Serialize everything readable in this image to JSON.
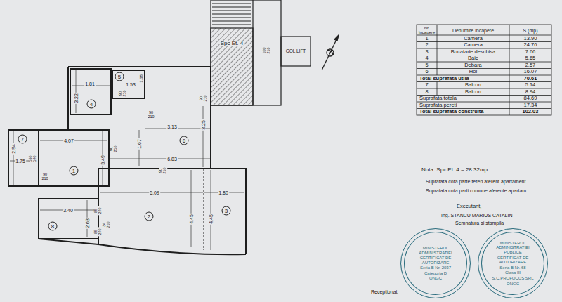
{
  "diagram": {
    "nodes": [
      {
        "text": [
          "MINISTERUL ADMINISTRATIEI",
          "CERTIFICAT DE AUTORIZARE",
          "Seria B Nr. 2037",
          "Categoria D",
          "ONGC"
        ]
      },
      {
        "text": [
          "MINISTERUL ADMINISTRATIEI PUBLICE",
          "CERTIFICAT DE AUTORIZARE",
          "Seria B Nr. 68",
          "Clasa III",
          "S.C.PROFOCUS SRL",
          "ONGC"
        ]
      }
    ],
    "labels": [
      "Spc Et. 4",
      "GOL LIFT",
      "100 210",
      "1.81",
      "3.22",
      "4",
      "5",
      "1.53",
      "1.68",
      "90 210",
      "90 210",
      "90 210",
      "3.13",
      "3.25",
      "6",
      "1.67",
      "6.83",
      "4.07",
      "3.49",
      "1",
      "90 210",
      "90 210",
      "7",
      "2.94",
      "1.75",
      "160 140",
      "90 210",
      "5.09",
      "1.80",
      "4.45",
      "4.45",
      "2",
      "3",
      "3.40",
      "2.63",
      "8",
      "85 240",
      "85 240",
      "34 210",
      "Nr. Incapere",
      "Denumire incapere",
      "S (mp)",
      "1",
      "Camera",
      "13.90",
      "2",
      "Camera",
      "24.76",
      "3",
      "Bucatarie deschisa",
      "7.66",
      "4",
      "Baie",
      "5.65",
      "5",
      "Debara",
      "2.57",
      "6",
      "Hol",
      "16.07",
      "Total suprafata utila",
      "70.61",
      "7",
      "Balcon",
      "5.14",
      "8",
      "Balcon",
      "8.94",
      "Suprafata totala",
      "84.69",
      "Suprafata pereti",
      "17.34",
      "Total suprafata construita",
      "102.03",
      "Nota: Spc Et. 4 = 28.32mp",
      "Suprafata cota parte teren aferent apartament",
      "Suprafata cota parti comune aferente apartam",
      "Executant,",
      "Ing. STANCU MARIUS CATALIN",
      "Semnatura si stampila",
      "Receptionat,"
    ]
  }
}
